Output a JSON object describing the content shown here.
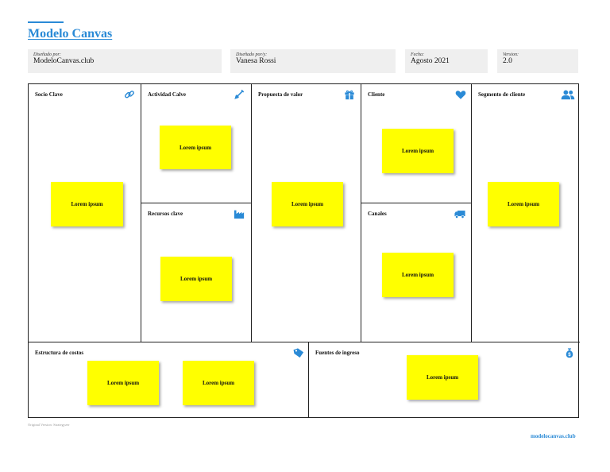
{
  "title": "Modelo Canvas",
  "meta": {
    "designed_for_label": "Diseñado por:",
    "designed_for_value": "ModeloCanvas.club",
    "designed_by_label": "Diseñado por/y:",
    "designed_by_value": "Vanesa Rossi",
    "date_label": "Fecha:",
    "date_value": "Agosto 2021",
    "version_label": "Version:",
    "version_value": "2.0"
  },
  "blocks": {
    "socio": "Socio Clave",
    "actividad": "Actividad Calve",
    "recursos": "Recursos clave",
    "propuesta": "Propuesta de valor",
    "cliente": "Cliente",
    "canales": "Canales",
    "segmento": "Segmento de cliente",
    "costos": "Estructura de costos",
    "ingresos": "Fuentes de ingreso"
  },
  "note_text": "Lorem ipsum",
  "footer": {
    "left": "Original Version: Strategyzer",
    "right": "modelocanvas.club"
  },
  "colors": {
    "accent": "#2a8ad6",
    "note": "#ffff00"
  },
  "icons": [
    "link-icon",
    "shovel-icon",
    "gift-icon",
    "heart-icon",
    "users-icon",
    "factory-icon",
    "truck-icon",
    "tag-icon",
    "money-bag-icon"
  ]
}
